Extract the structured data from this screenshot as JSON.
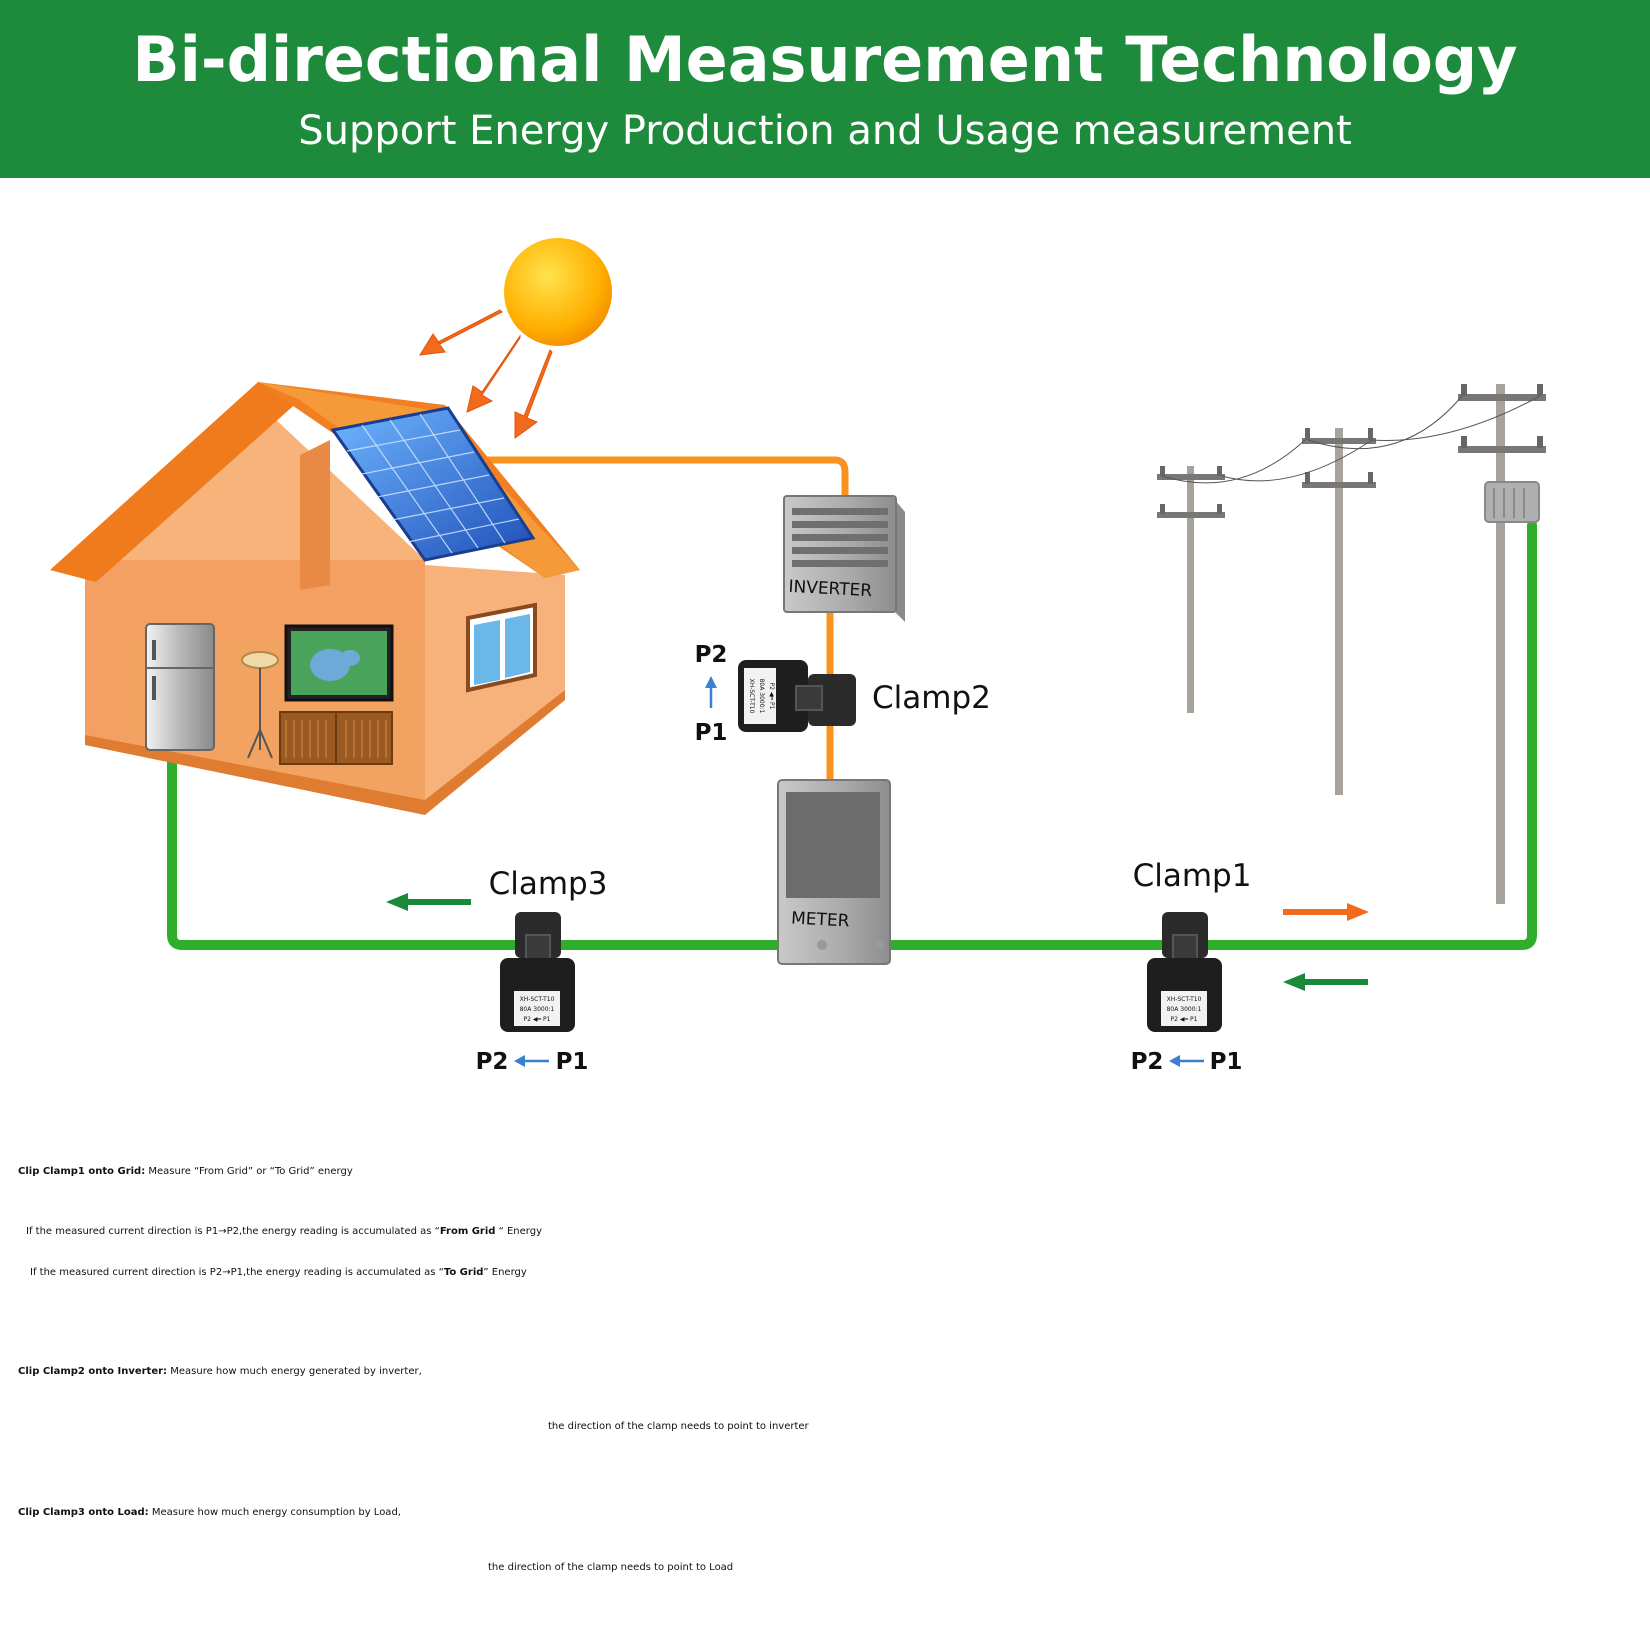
{
  "header": {
    "title": "Bi-directional Measurement Technology",
    "subtitle": "Support Energy Production and Usage measurement"
  },
  "diagram": {
    "inverter_label": "INVERTER",
    "meter_label": "METER",
    "clamp1": {
      "label": "Clamp1",
      "p2": "P2",
      "p1": "P1"
    },
    "clamp2": {
      "label": "Clamp2",
      "p2": "P2",
      "p1": "P1"
    },
    "clamp3": {
      "label": "Clamp3",
      "p2": "P2",
      "p1": "P1"
    },
    "clamp_body_text": [
      "XH-SCT-T10",
      "80A 3000:1",
      "P2 ◀━ P1"
    ],
    "colors": {
      "header_green": "#1d8a3c",
      "load_wire_green": "#2eae2a",
      "solar_wire_orange": "#f7931e",
      "arrow_green": "#1a8a3a",
      "arrow_orange": "#f26b1d",
      "direction_blue": "#3a7fd0"
    }
  },
  "descriptions": {
    "clamp1": {
      "title": "Clip Clamp1 onto Grid:",
      "text": " Measure “From Grid” or “To Grid” energy",
      "line1_prefix": "If the measured current direction is P1→P2,the energy reading is accumulated as “",
      "line1_bold": "From Grid",
      "line1_suffix": " “ Energy",
      "line2_prefix": "If the measured current direction is P2→P1,the energy reading is accumulated as “",
      "line2_bold": "To Grid",
      "line2_suffix": "” Energy"
    },
    "clamp2": {
      "title": "Clip Clamp2 onto Inverter:",
      "text": " Measure how much energy generated by inverter,",
      "text2": "the direction of the clamp needs to point to inverter"
    },
    "clamp3": {
      "title": "Clip Clamp3 onto Load:",
      "text": " Measure how much energy consumption by Load,",
      "text2": "the direction of the clamp needs to point to Load"
    }
  }
}
